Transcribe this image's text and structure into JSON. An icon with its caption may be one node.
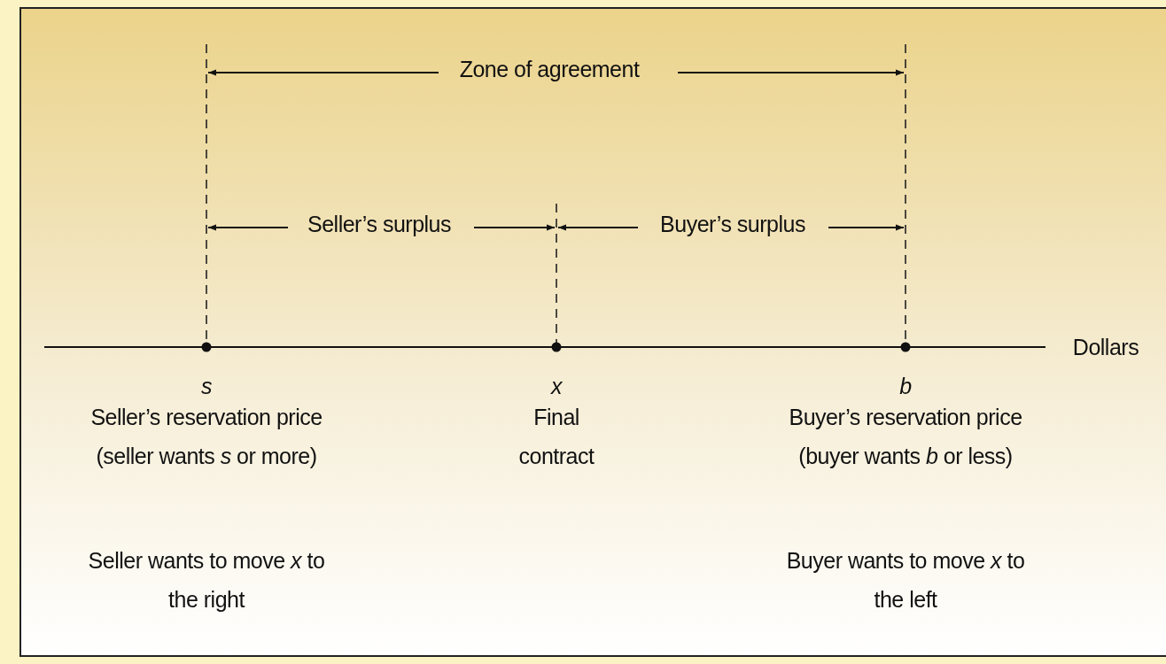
{
  "diagram": {
    "labels": [
      "Zone of agreement",
      "Seller’s surplus",
      "Buyer’s surplus",
      "Dollars",
      "s",
      "x",
      "b",
      "Seller’s reservation price (seller wants *s* or more)",
      "Final contract",
      "Buyer’s reservation price (buyer wants *b* or less)",
      "Seller wants to move *x* to the right",
      "Buyer wants to move *x* to the left"
    ]
  }
}
